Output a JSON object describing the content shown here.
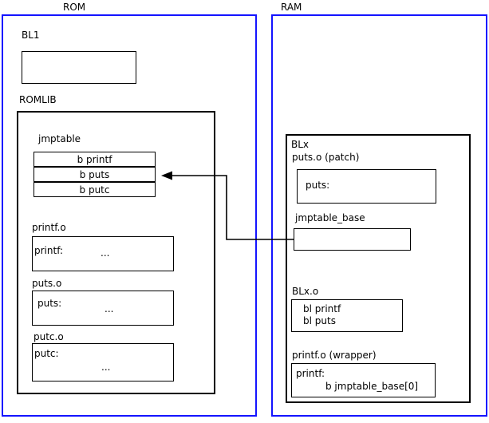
{
  "diagram": {
    "title": "ROMLIB jump table patching diagram",
    "colors": {
      "memory_region_border": "#1414ff",
      "block_border": "#000000",
      "background": "#ffffff"
    },
    "regions": [
      {
        "id": "rom",
        "label": "ROM"
      },
      {
        "id": "ram",
        "label": "RAM"
      }
    ],
    "rom": {
      "label": "ROM",
      "bl1": {
        "label": "BL1",
        "body": ""
      },
      "romlib": {
        "label": "ROMLIB",
        "jmptable": {
          "label": "jmptable",
          "entries": [
            {
              "text": "b printf"
            },
            {
              "text": "b puts"
            },
            {
              "text": "b putc"
            }
          ]
        },
        "objects": [
          {
            "label": "printf.o",
            "symbol": "printf:",
            "ellipsis": "..."
          },
          {
            "label": "puts.o",
            "symbol": "puts:",
            "ellipsis": "..."
          },
          {
            "label": "putc.o",
            "symbol": "putc:",
            "ellipsis": "..."
          }
        ]
      }
    },
    "ram": {
      "label": "RAM",
      "blx": {
        "label": "BLx",
        "puts_patch": {
          "label": "puts.o (patch)",
          "symbol": "puts:"
        },
        "jmptable_base": {
          "label": "jmptable_base",
          "body": ""
        },
        "blx_o": {
          "label": "BLx.o",
          "lines": [
            "bl printf",
            "bl puts"
          ]
        },
        "printf_wrapper": {
          "label": "printf.o (wrapper)",
          "symbol": "printf:",
          "instruction": "b jmptable_base[0]"
        }
      }
    },
    "connector": {
      "name": "jmptable-base-to-jmptable-puts-arrow",
      "from": "jmptable_base",
      "to": "jmptable entry b puts",
      "arrow_direction": "left"
    }
  }
}
